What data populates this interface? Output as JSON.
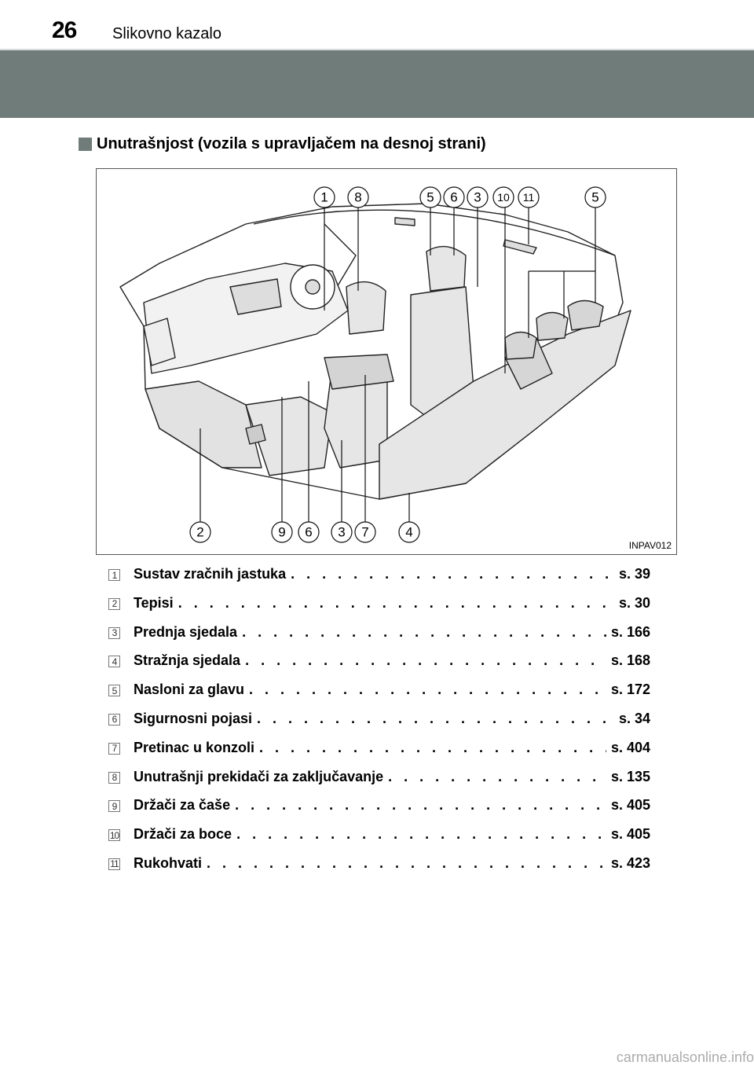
{
  "header": {
    "page_number": "26",
    "chapter_title": "Slikovno kazalo"
  },
  "section": {
    "title": "Unutrašnjost (vozila s upravljačem na desnoj strani)"
  },
  "figure": {
    "code": "INPAV012",
    "top_callouts": [
      "1",
      "8",
      "5",
      "6",
      "3",
      "10",
      "11",
      "5"
    ],
    "bottom_callouts": [
      "2",
      "9",
      "6",
      "3",
      "7",
      "4"
    ]
  },
  "legend": [
    {
      "num": "1",
      "label": "Sustav zračnih jastuka",
      "page": "s. 39"
    },
    {
      "num": "2",
      "label": "Tepisi",
      "page": "s. 30"
    },
    {
      "num": "3",
      "label": "Prednja sjedala",
      "page": "s. 166"
    },
    {
      "num": "4",
      "label": "Stražnja sjedala",
      "page": "s. 168"
    },
    {
      "num": "5",
      "label": "Nasloni za glavu",
      "page": "s. 172"
    },
    {
      "num": "6",
      "label": "Sigurnosni pojasi",
      "page": "s. 34"
    },
    {
      "num": "7",
      "label": "Pretinac u konzoli",
      "page": "s. 404"
    },
    {
      "num": "8",
      "label": "Unutrašnji prekidači za zaključavanje",
      "page": "s. 135"
    },
    {
      "num": "9",
      "label": "Držači za čaše",
      "page": "s. 405"
    },
    {
      "num": "10",
      "label": "Držači za boce",
      "page": "s. 405"
    },
    {
      "num": "11",
      "label": "Rukohvati",
      "page": "s. 423"
    }
  ],
  "watermark": "carmanualsonline.info"
}
